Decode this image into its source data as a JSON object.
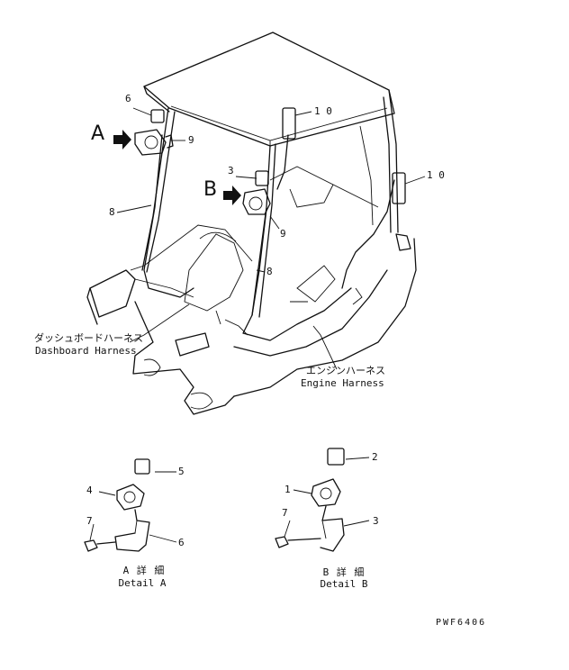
{
  "callouts": {
    "main_6": "6",
    "main_9a": "9",
    "main_3": "3",
    "main_9b": "9",
    "main_8a": "8",
    "main_8b": "8",
    "main_10a": "1 0",
    "main_10b": "1 0",
    "arrow_a": "A",
    "arrow_b": "B",
    "detA_5": "5",
    "detA_4": "4",
    "detA_7": "7",
    "detA_6": "6",
    "detB_2": "2",
    "detB_1": "1",
    "detB_7": "7",
    "detB_3": "3"
  },
  "harness": {
    "dashboard_jp": "ダッシュボードハーネス",
    "dashboard_en": "Dashboard Harness",
    "engine_jp": "エンジンハーネス",
    "engine_en": "Engine Harness"
  },
  "details": {
    "a_jp": "A 詳 細",
    "a_en": "Detail A",
    "b_jp": "B 詳 細",
    "b_en": "Detail B"
  },
  "figure_code": "PWF6406"
}
